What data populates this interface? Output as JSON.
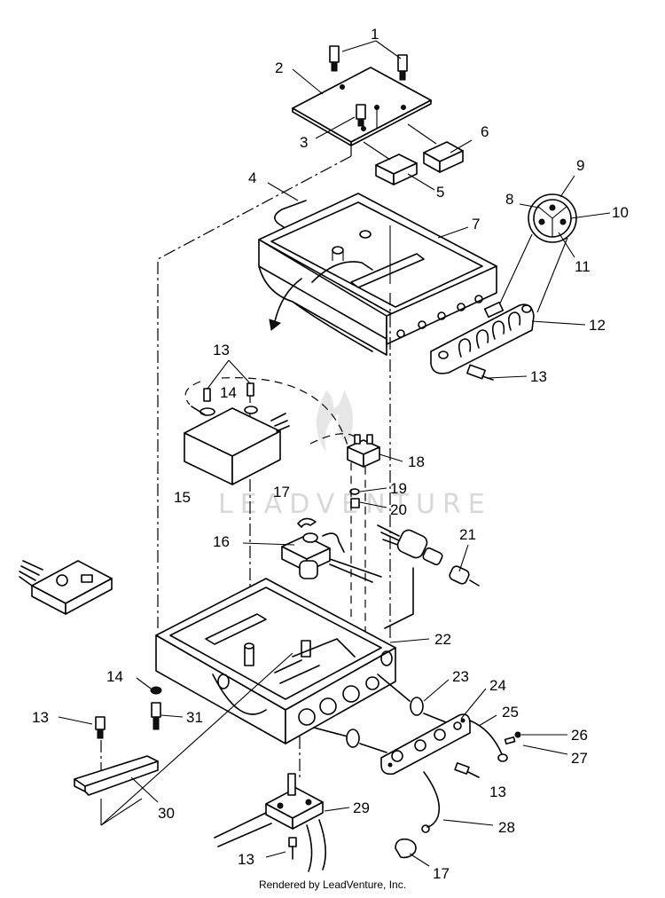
{
  "callouts": [
    {
      "id": "c1",
      "text": "1"
    },
    {
      "id": "c2",
      "text": "2"
    },
    {
      "id": "c3",
      "text": "3"
    },
    {
      "id": "c4",
      "text": "4"
    },
    {
      "id": "c5",
      "text": "5"
    },
    {
      "id": "c6",
      "text": "6"
    },
    {
      "id": "c7",
      "text": "7"
    },
    {
      "id": "c8",
      "text": "8"
    },
    {
      "id": "c9",
      "text": "9"
    },
    {
      "id": "c10",
      "text": "10"
    },
    {
      "id": "c11",
      "text": "11"
    },
    {
      "id": "c12",
      "text": "12"
    },
    {
      "id": "c13a",
      "text": "13"
    },
    {
      "id": "c13b",
      "text": "13"
    },
    {
      "id": "c14a",
      "text": "14"
    },
    {
      "id": "c15",
      "text": "15"
    },
    {
      "id": "c18",
      "text": "18"
    },
    {
      "id": "c17a",
      "text": "17"
    },
    {
      "id": "c19",
      "text": "19"
    },
    {
      "id": "c20",
      "text": "20"
    },
    {
      "id": "c16",
      "text": "16"
    },
    {
      "id": "c21",
      "text": "21"
    },
    {
      "id": "c22",
      "text": "22"
    },
    {
      "id": "c23",
      "text": "23"
    },
    {
      "id": "c24",
      "text": "24"
    },
    {
      "id": "c14b",
      "text": "14"
    },
    {
      "id": "c25",
      "text": "25"
    },
    {
      "id": "c13c",
      "text": "13"
    },
    {
      "id": "c31",
      "text": "31"
    },
    {
      "id": "c26",
      "text": "26"
    },
    {
      "id": "c27",
      "text": "27"
    },
    {
      "id": "c13d",
      "text": "13"
    },
    {
      "id": "c30",
      "text": "30"
    },
    {
      "id": "c29",
      "text": "29"
    },
    {
      "id": "c28",
      "text": "28"
    },
    {
      "id": "c13e",
      "text": "13"
    },
    {
      "id": "c17b",
      "text": "17"
    }
  ],
  "watermark": "LEADVENTURE",
  "footer": "Rendered by LeadVenture, Inc."
}
